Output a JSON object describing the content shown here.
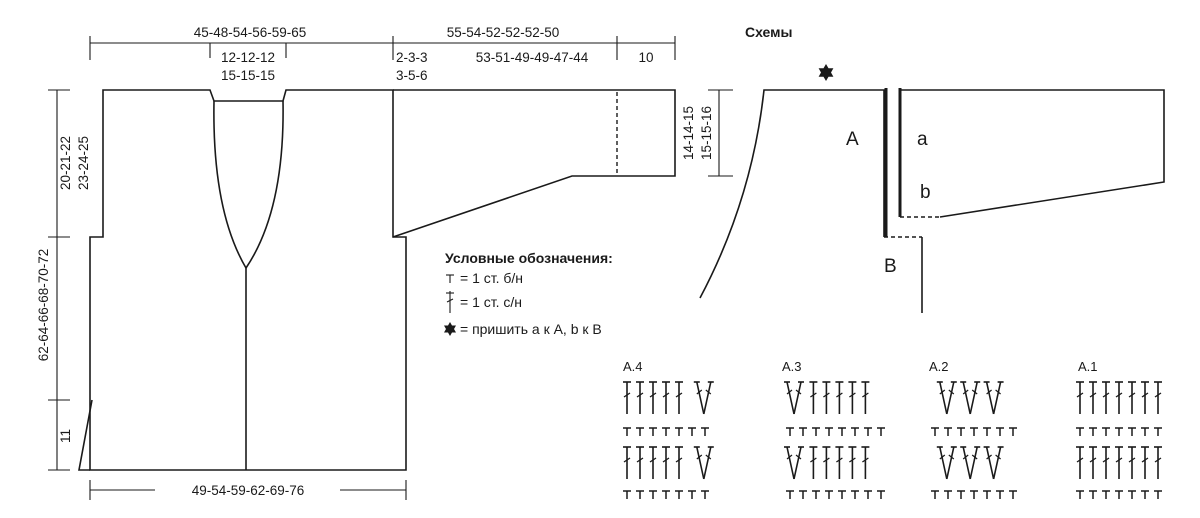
{
  "dimensions": {
    "top_body_width": "45-48-54-56-59-65",
    "top_sleeve_length": "55-54-52-52-52-50",
    "neck_width_1": "12-12-12",
    "neck_width_2": "15-15-15",
    "shoulder_gap_1": "2-3-3",
    "shoulder_gap_2": "3-5-6",
    "sleeve_main": "53-51-49-49-47-44",
    "cuff": "10",
    "sleeve_height_1": "14-14-15",
    "sleeve_height_2": "15-15-16",
    "armhole_1": "20-21-22",
    "armhole_2": "23-24-25",
    "total_length": "62-64-66-68-70-72",
    "hem_slit": "11",
    "bottom_width": "49-54-59-62-69-76"
  },
  "schemes": {
    "title": "Схемы",
    "label_A": "A",
    "label_a": "a",
    "label_b": "b",
    "label_B": "B"
  },
  "legend": {
    "title": "Условные обозначения:",
    "item1": "= 1 ст. б/н",
    "item2": "= 1 ст. с/н",
    "item3": "= пришить a к A, b к B"
  },
  "charts": {
    "a4": "A.4",
    "a3": "A.3",
    "a2": "A.2",
    "a1": "A.1"
  }
}
